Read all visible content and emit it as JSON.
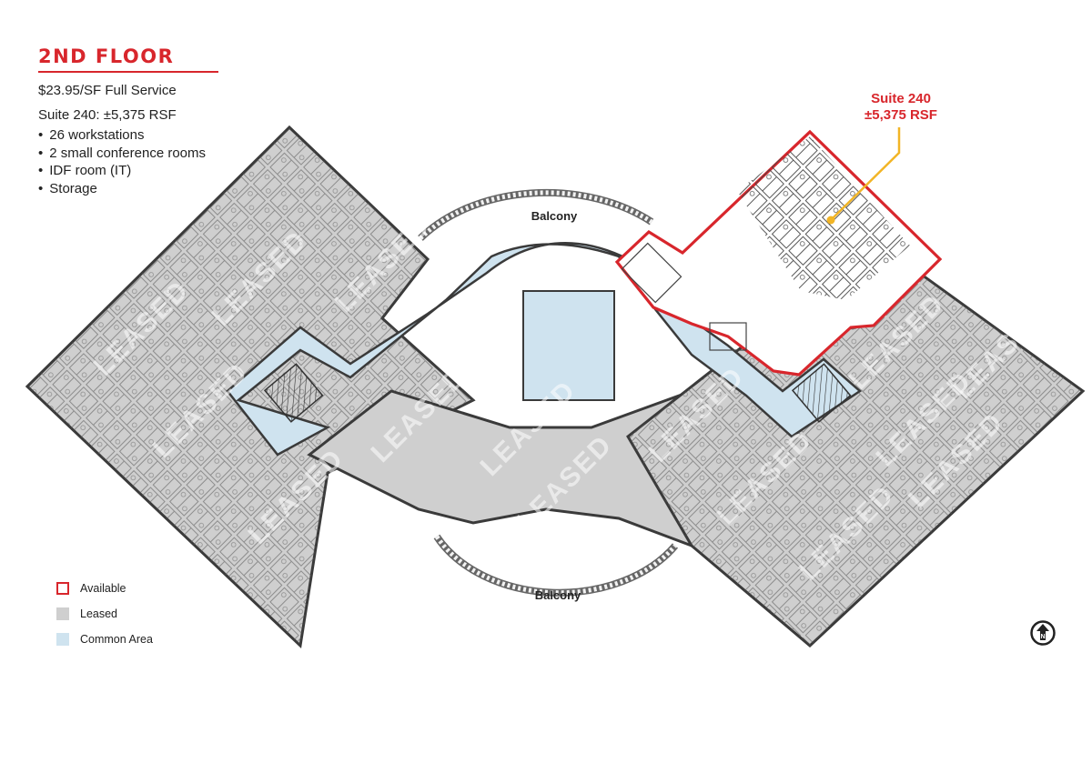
{
  "header": {
    "title": "2ND FLOOR",
    "price": "$23.95/SF Full Service",
    "suite_summary": "Suite 240:  ±5,375 RSF",
    "features": [
      "26 workstations",
      "2 small conference rooms",
      "IDF room (IT)",
      "Storage"
    ]
  },
  "callout": {
    "suite": "Suite 240",
    "area": "±5,375 RSF"
  },
  "plan": {
    "balcony_top": "Balcony",
    "balcony_bottom": "Balcony",
    "leased_watermark": "LEASED",
    "colors": {
      "leased": "#cfcfcf",
      "common": "#cfe3ef",
      "available_outline": "#d8262c",
      "wall": "#3a3a3a"
    }
  },
  "legend": [
    {
      "label": "Available",
      "color": "#d8262c",
      "kind": "outline"
    },
    {
      "label": "Leased",
      "color": "#cfcfcf",
      "kind": "fill"
    },
    {
      "label": "Common Area",
      "color": "#cfe3ef",
      "kind": "fill"
    }
  ],
  "compass": {
    "icon": "north-arrow-icon",
    "letter": "N"
  }
}
